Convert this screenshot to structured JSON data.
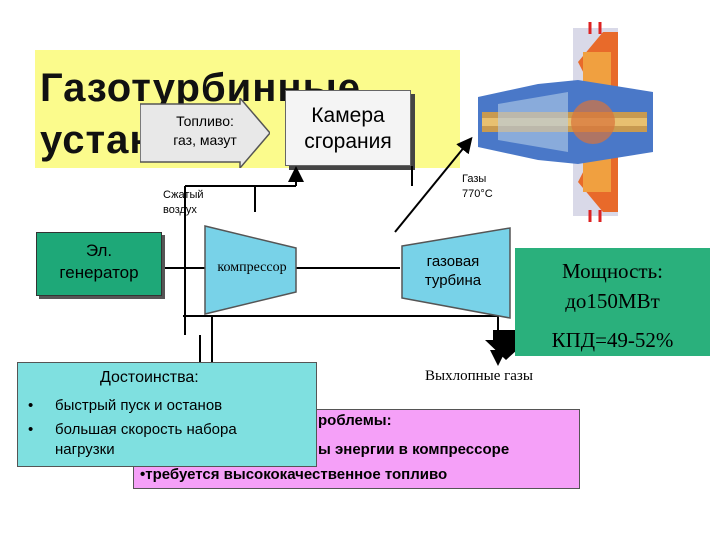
{
  "title": {
    "line1": "Газотурбинные",
    "line2": "установки"
  },
  "fuel_label": {
    "line1": "Топливо:",
    "line2": "газ, мазут"
  },
  "chamber_label": {
    "line1": "Камера",
    "line2": "сгорания"
  },
  "compressed_air": {
    "line1": "Сжатый",
    "line2": "воздух"
  },
  "gases_label": {
    "line1": "Газы",
    "line2": "770°С"
  },
  "generator_label": {
    "line1": "Эл.",
    "line2": "генератор"
  },
  "compressor_label": "компрессор",
  "turbine_label": {
    "line1": "газовая",
    "line2": "турбина"
  },
  "power": {
    "line1": "Мощность:",
    "line2": "до150МВт",
    "efficiency": "КПД=49-52%"
  },
  "exhaust_label": "Выхлопные газы",
  "advantages": {
    "title": "Достоинства:",
    "items": [
      "быстрый пуск и останов",
      "большая скорость набора",
      "нагрузки"
    ]
  },
  "problems": {
    "title": "Проблемы:",
    "items": [
      "•большие потери энергии в компрессоре",
      "•требуется высококачественное топливо"
    ],
    "visible_title": "роблемы:",
    "visible_item1": "ы энергии в компрессоре"
  },
  "colors": {
    "title_bg": "#fbfb8c",
    "generator": "#1ea878",
    "power_box": "#2ab07c",
    "advantages_bg": "#7fe0e0",
    "problems_bg": "#f5a0f8"
  }
}
